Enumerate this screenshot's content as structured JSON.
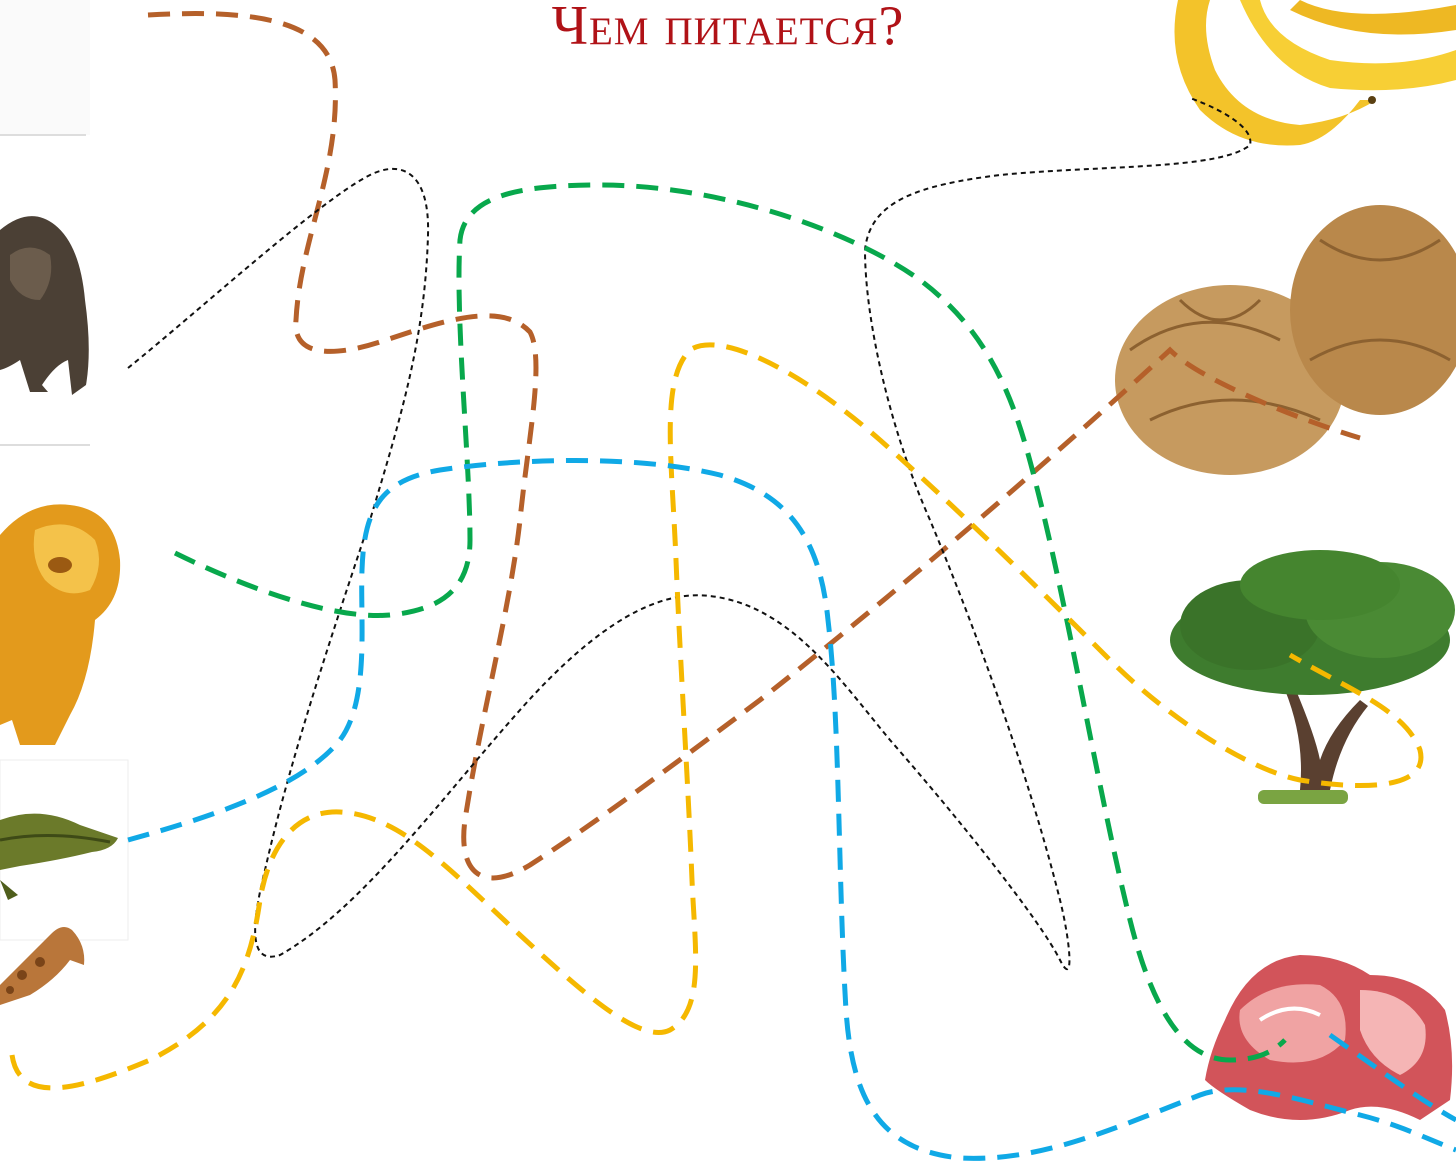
{
  "title": "Чем питается?",
  "animals": [
    {
      "name": "giraffe-icon"
    },
    {
      "name": "gorilla-icon"
    },
    {
      "name": "lion-icon"
    },
    {
      "name": "crocodile-icon"
    },
    {
      "name": "giraffe-icon"
    }
  ],
  "foods": [
    {
      "name": "banana-icon"
    },
    {
      "name": "dry-grass-icon"
    },
    {
      "name": "tree-icon"
    },
    {
      "name": "meat-icon"
    }
  ],
  "paths": [
    {
      "name": "path-brown",
      "color": "#b5602a"
    },
    {
      "name": "path-black",
      "color": "#111111"
    },
    {
      "name": "path-green",
      "color": "#08a84c"
    },
    {
      "name": "path-yellow",
      "color": "#f5b800"
    },
    {
      "name": "path-blue",
      "color": "#10a9e6"
    }
  ]
}
